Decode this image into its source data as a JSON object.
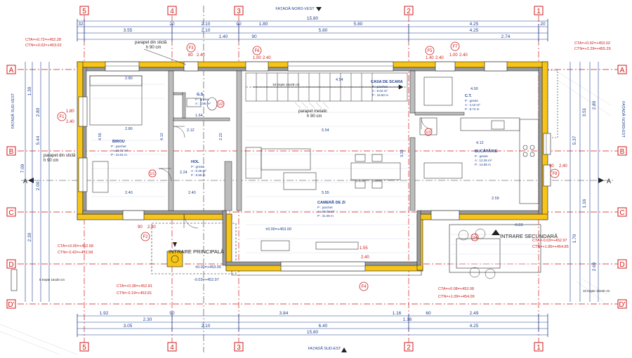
{
  "facades": {
    "north_west": "FAȚADĂ NORD-VEST",
    "south_east": "FAȚADĂ SUD-EST",
    "south_west": "FAȚADĂ SUD-VEST",
    "north_east": "FAȚADĂ NORD-EST"
  },
  "axes": {
    "cols": [
      {
        "id": "5"
      },
      {
        "id": "4"
      },
      {
        "id": "3"
      },
      {
        "id": "2"
      },
      {
        "id": "1"
      }
    ],
    "rows": [
      {
        "id": "A"
      },
      {
        "id": "B"
      },
      {
        "id": "C"
      },
      {
        "id": "D"
      },
      {
        "id": "D'"
      }
    ],
    "section": "A"
  },
  "dims": {
    "top_total": "15.80",
    "top_chain": [
      "3.55",
      "2.10",
      "1.40",
      "90",
      "5.80",
      "4.25",
      "2.74"
    ],
    "top_sub": [
      "32",
      "20",
      "2.10",
      "90",
      "1.80",
      "5.80",
      "4.25",
      "20"
    ],
    "bottom_chain": [
      "3.05",
      "2.10",
      "3.84",
      "6.40",
      "1.16",
      "4.25"
    ],
    "bottom_sub": [
      "1.92",
      "90",
      "2.30",
      "2.49",
      "1.16",
      "60"
    ],
    "bottom_total": "15.80",
    "left": [
      "1.30",
      "2.80",
      "5.44",
      "7.09",
      "2.00",
      "2.30"
    ],
    "right": [
      "3.51",
      "2.80",
      "5.37",
      "1.16",
      "1.70",
      "2.69"
    ]
  },
  "rooms": {
    "birou": {
      "name": "BIROU",
      "lines": [
        "P : parchet",
        "A : 10.53 m²",
        "P : 13.01 m"
      ]
    },
    "hol": {
      "name": "HOL",
      "lines": [
        "P : gresie",
        "A : 5.36 m²",
        "P : 8.98 m"
      ]
    },
    "gs": {
      "name": "G.S.",
      "lines": [
        "P : gresie",
        "A : 2.05 m²"
      ]
    },
    "casa_scara": {
      "name": "CASA DE SCARA",
      "lines": [
        "P : parchet",
        "A : 9.02 m²",
        "P : 16.60 m"
      ]
    },
    "ct": {
      "name": "C.T.",
      "lines": [
        "P : gresie",
        "A : 4.10 m²",
        "P : 8.74 m"
      ]
    },
    "bucatarie": {
      "name": "BUCĂTĂRIE",
      "lines": [
        "P : gresie",
        "A : 12.26 m²",
        "P : 14.85 m"
      ]
    },
    "camera_zi": {
      "name": "CAMERĂ DE ZI",
      "lines": [
        "P : parchet",
        "A : 36.03 m²",
        "P : 31.05 m"
      ]
    }
  },
  "room_dims": {
    "birou_w": "2.80",
    "birou_h": "2.80",
    "birou_b": "2.40",
    "hol_w": "2.12",
    "hol_h": "2.24",
    "center_w": "5.54",
    "center_b": "5.55",
    "scara": "4.54",
    "ct_w": "4.00",
    "buc_w": "4.12",
    "buc_h": "2.59",
    "gs_w": "1.64",
    "hol_b": "2.40",
    "v1": "4.55",
    "v2": "4.12",
    "v3": "2.22",
    "v4": "3.33"
  },
  "notes": {
    "parapet1": "parapet din sticlă",
    "parapet1_h": "h 90 cm",
    "parapet2": "parapet din sticlă",
    "parapet2_h": "h 90 cm",
    "parapet3": "parapet metalic",
    "parapet3_h": "h 90 cm",
    "stairs": "18 trepte 16x28 cm",
    "steps_left": "5 trepte 15x30 cm",
    "steps_right": "10 trepte 16x30 cm",
    "entrance_main": "INTRARE PRINCIPALĂ",
    "entrance_secondary": "INTRARE SECUNDARĂ"
  },
  "levels": {
    "tl1": "CTA=+0.72=+452.28",
    "tl2": "CTN=+0.02=+453.02",
    "tr1": "CTA=+0.92=+453.02",
    "tr2": "CTN=+2.29=+455.29",
    "ml1": "CTA=+0.00=+452.58",
    "ml2": "CTN=-0.42=+452.58",
    "bl1": "CTA=+0.38=+452.81",
    "bl2": "CTN=-0.19=+452.81",
    "bc1": "CTA=+0.08=+453.08",
    "bc2": "CTN=+1.09=+454.09",
    "br1": "CTA=-0.03=+452.97",
    "br2": "CTN=+1.85=+454.85",
    "interior": "±0.00=+453.00",
    "terrace": "±0.00=+453.00",
    "porch": "-0.03=+452.97",
    "step": "-0.03"
  },
  "windows": {
    "F1": {
      "id": "F1",
      "size": "1.80",
      "sill": "2.40"
    },
    "F2": {
      "id": "F2",
      "size": "90",
      "sill": "2.40"
    },
    "F3": {
      "id": "F3",
      "size": "80",
      "sill": "2.40"
    },
    "F4": {
      "id": "F4",
      "size": "1.55",
      "sill": "2.40"
    },
    "F5": {
      "id": "F5",
      "size": "1.40",
      "sill": "2.40"
    },
    "F6": {
      "id": "F6",
      "size": "1.00",
      "sill": "2.40"
    },
    "F7": {
      "id": "F7",
      "size": "1.00",
      "sill": "2.40"
    },
    "F8": {
      "id": "F8",
      "size": "90",
      "sill": "2.40"
    }
  },
  "doors": {
    "U1": "U1",
    "U2": "U2",
    "U3": "U3",
    "U4": "U4"
  },
  "colors": {
    "wall": "#f6c518",
    "axis": "#d11a1a",
    "dim": "#1f3f8f",
    "line": "#222222",
    "grid": "#cfd6e6"
  }
}
